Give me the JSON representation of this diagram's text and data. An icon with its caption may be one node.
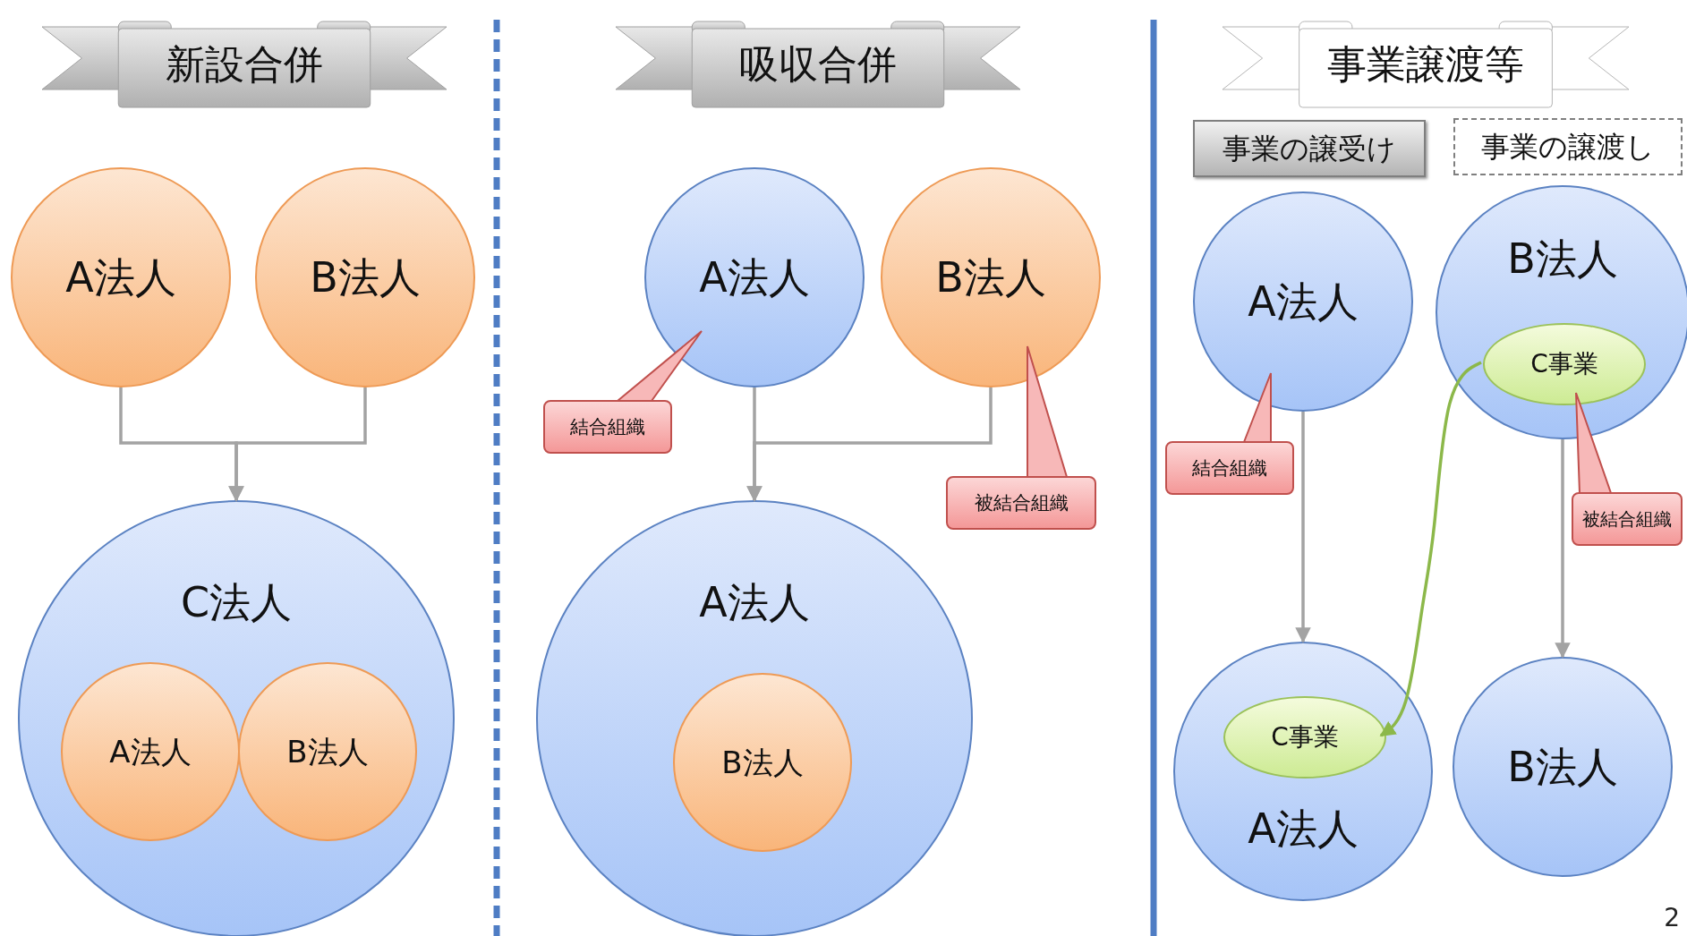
{
  "diagram": {
    "nodes": [
      {
        "text": [
          "新設合併"
        ]
      },
      {
        "text": [
          "A法人"
        ]
      },
      {
        "text": [
          "B法人"
        ]
      },
      {
        "text": [
          "C法人"
        ]
      },
      {
        "text": [
          "A法人"
        ],
        "in": 3
      },
      {
        "text": [
          "B法人"
        ],
        "in": 3
      },
      {
        "text": [
          "吸収合併"
        ]
      },
      {
        "text": [
          "A法人"
        ]
      },
      {
        "text": [
          "B法人"
        ]
      },
      {
        "text": [
          "結合組織"
        ]
      },
      {
        "text": [
          "被結合組織"
        ]
      },
      {
        "text": [
          "A法人"
        ]
      },
      {
        "text": [
          "B法人"
        ],
        "in": 11
      },
      {
        "text": [
          "事業譲渡等"
        ]
      },
      {
        "text": [
          "事業の譲受け"
        ]
      },
      {
        "text": [
          "事業の譲渡し"
        ]
      },
      {
        "text": [
          "A法人"
        ]
      },
      {
        "text": [
          "B法人"
        ]
      },
      {
        "text": [
          "C事業"
        ],
        "in": 17
      },
      {
        "text": [
          "結合組織"
        ]
      },
      {
        "text": [
          "被結合組織"
        ]
      },
      {
        "text": [
          "A法人"
        ]
      },
      {
        "text": [
          "C事業"
        ],
        "in": 21
      },
      {
        "text": [
          "B法人"
        ]
      }
    ],
    "edges": [
      {
        "from": 1,
        "to": 3,
        "arrow": "to"
      },
      {
        "from": 2,
        "to": 3,
        "arrow": "to"
      },
      {
        "from": 7,
        "to": 11,
        "arrow": "to"
      },
      {
        "from": 8,
        "to": 11,
        "arrow": "to"
      },
      {
        "from": 9,
        "to": 7,
        "arrow": "none"
      },
      {
        "from": 10,
        "to": 8,
        "arrow": "none"
      },
      {
        "from": 16,
        "to": 21,
        "arrow": "to"
      },
      {
        "from": 17,
        "to": 23,
        "arrow": "to"
      },
      {
        "from": 18,
        "to": 22,
        "arrow": "to",
        "color": "#8cb84a"
      },
      {
        "from": 19,
        "to": 16,
        "arrow": "none"
      },
      {
        "from": 20,
        "to": 18,
        "arrow": "none"
      }
    ],
    "labels": [
      "2"
    ]
  }
}
